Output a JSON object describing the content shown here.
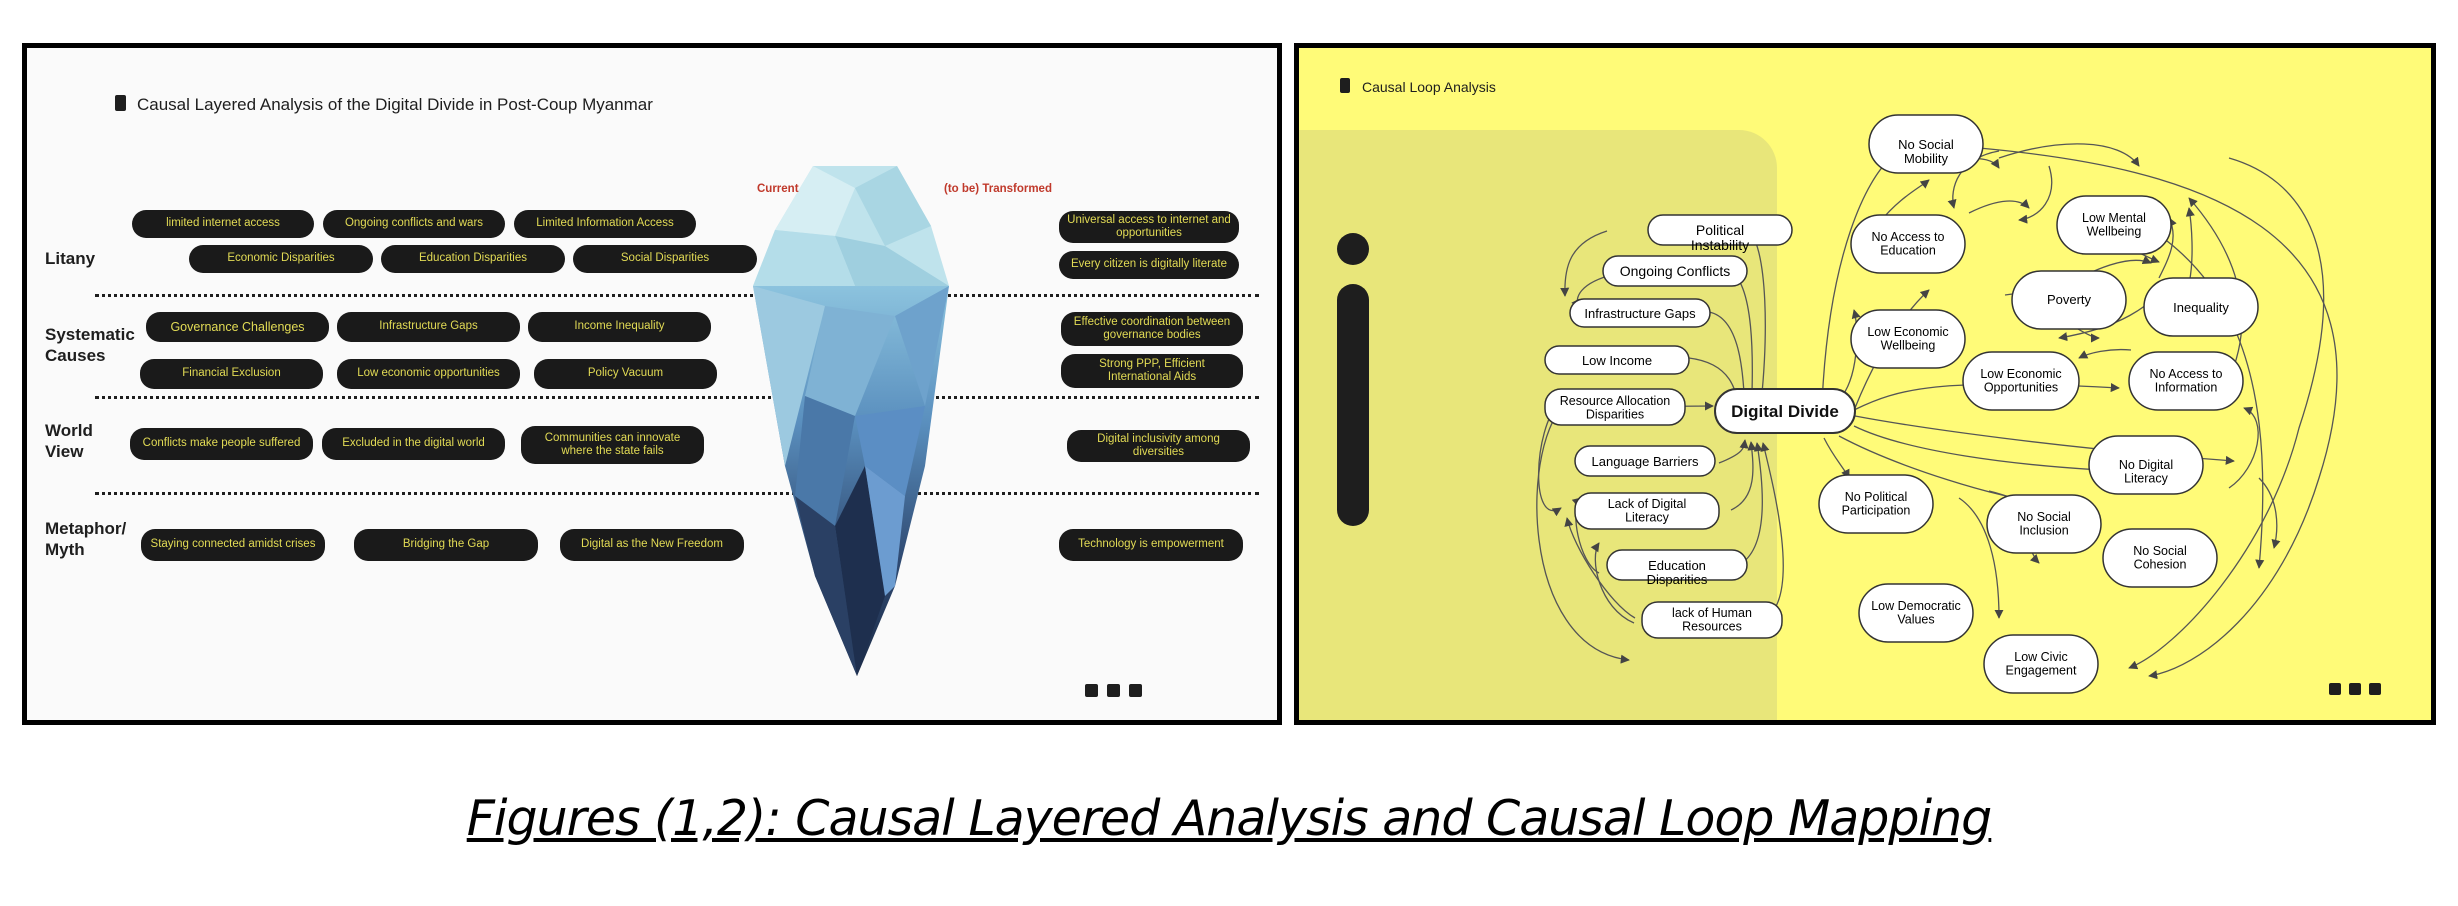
{
  "panel1": {
    "title": "Causal Layered Analysis of the Digital Divide in Post-Coup Myanmar",
    "ice_current": "Current",
    "ice_transformed": "(to be) Transformed",
    "layers": [
      {
        "label": "Litany",
        "current": [
          "limited internet access",
          "Ongoing conflicts and wars",
          "Limited Information Access",
          "Economic Disparities",
          "Education Disparities",
          "Social Disparities"
        ],
        "transformed": [
          "Universal access to internet and opportunities",
          "Every citizen is digitally literate"
        ]
      },
      {
        "label": "Systematic Causes",
        "current": [
          "Governance Challenges",
          "Infrastructure Gaps",
          "Income Inequality",
          "Financial Exclusion",
          "Low economic opportunities",
          "Policy Vacuum"
        ],
        "transformed": [
          "Effective coordination between governance bodies",
          "Strong PPP, Efficient International Aids"
        ]
      },
      {
        "label": "World View",
        "current": [
          "Conflicts make people suffered",
          "Excluded in the digital world",
          "Communities can innovate where the state fails"
        ],
        "transformed": [
          "Digital inclusivity among diversities"
        ]
      },
      {
        "label": "Metaphor/ Myth",
        "current": [
          "Staying connected amidst crises",
          "Bridging the Gap",
          "Digital as the New Freedom"
        ],
        "transformed": [
          "Technology is empowerment"
        ]
      }
    ]
  },
  "panel2": {
    "title": "Causal Loop Analysis",
    "nodes": {
      "digital_divide": "Digital Divide",
      "political_instability": "Political Instability",
      "ongoing_conflicts": "Ongoing Conflicts",
      "infrastructure_gaps": "Infrastructure Gaps",
      "low_income": "Low Income",
      "resource_allocation": "Resource Allocation Disparities",
      "language_barriers": "Language Barriers",
      "lack_digital_literacy": "Lack of Digital Literacy",
      "education_disparities": "Education Disparities",
      "lack_human_resources": "lack of Human Resources",
      "no_social_mobility": "No Social Mobility",
      "no_access_education": "No Access to Education",
      "low_mental_wellbeing": "Low Mental Wellbeing",
      "poverty": "Poverty",
      "inequality": "Inequality",
      "low_economic_wellbeing": "Low Economic Wellbeing",
      "low_economic_opportunities": "Low Economic Opportunities",
      "no_access_information": "No Access to Information",
      "no_digital_literacy": "No Digital Literacy",
      "no_political_participation": "No Political Participation",
      "no_social_inclusion": "No Social Inclusion",
      "no_social_cohesion": "No Social Cohesion",
      "low_democratic_values": "Low Democratic Values",
      "low_civic_engagement": "Low Civic Engagement"
    }
  },
  "caption": "Figures (1,2): Causal Layered Analysis and Causal Loop Mapping"
}
